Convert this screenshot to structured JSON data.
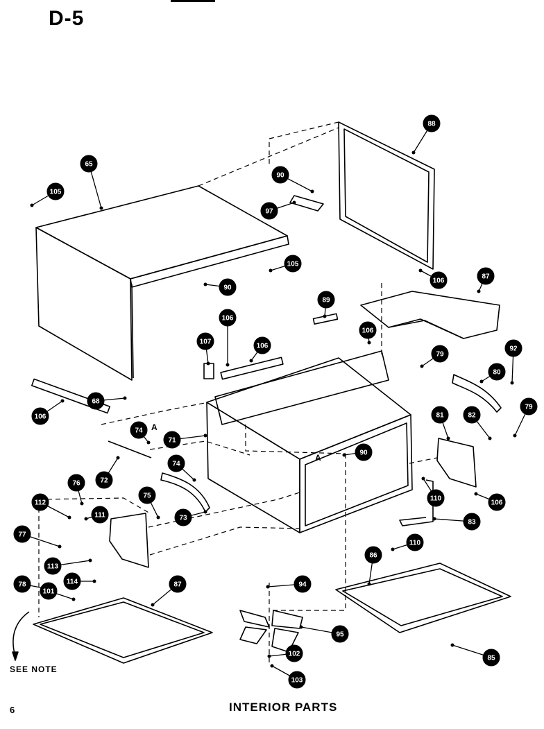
{
  "header": {
    "title": "D-5"
  },
  "footer": {
    "caption": "INTERIOR PARTS",
    "page_number": "6"
  },
  "note": {
    "text": "SEE NOTE"
  },
  "callouts": [
    {
      "label": "65"
    },
    {
      "label": "88"
    },
    {
      "label": "105"
    },
    {
      "label": "90"
    },
    {
      "label": "97"
    },
    {
      "label": "105"
    },
    {
      "label": "90"
    },
    {
      "label": "106"
    },
    {
      "label": "87"
    },
    {
      "label": "89"
    },
    {
      "label": "106"
    },
    {
      "label": "106"
    },
    {
      "label": "107"
    },
    {
      "label": "106"
    },
    {
      "label": "79"
    },
    {
      "label": "92"
    },
    {
      "label": "80"
    },
    {
      "label": "68"
    },
    {
      "label": "106"
    },
    {
      "label": "74"
    },
    {
      "label": "71"
    },
    {
      "label": "81"
    },
    {
      "label": "82"
    },
    {
      "label": "79"
    },
    {
      "label": "74"
    },
    {
      "label": "72"
    },
    {
      "label": "90"
    },
    {
      "label": "76"
    },
    {
      "label": "75"
    },
    {
      "label": "112"
    },
    {
      "label": "111"
    },
    {
      "label": "73"
    },
    {
      "label": "110"
    },
    {
      "label": "106"
    },
    {
      "label": "77"
    },
    {
      "label": "83"
    },
    {
      "label": "113"
    },
    {
      "label": "110"
    },
    {
      "label": "78"
    },
    {
      "label": "114"
    },
    {
      "label": "86"
    },
    {
      "label": "87"
    },
    {
      "label": "94"
    },
    {
      "label": "101"
    },
    {
      "label": "95"
    },
    {
      "label": "102"
    },
    {
      "label": "85"
    },
    {
      "label": "103"
    }
  ],
  "markers": [
    {
      "text": "A"
    },
    {
      "text": "A"
    },
    {
      "text": "A"
    }
  ]
}
